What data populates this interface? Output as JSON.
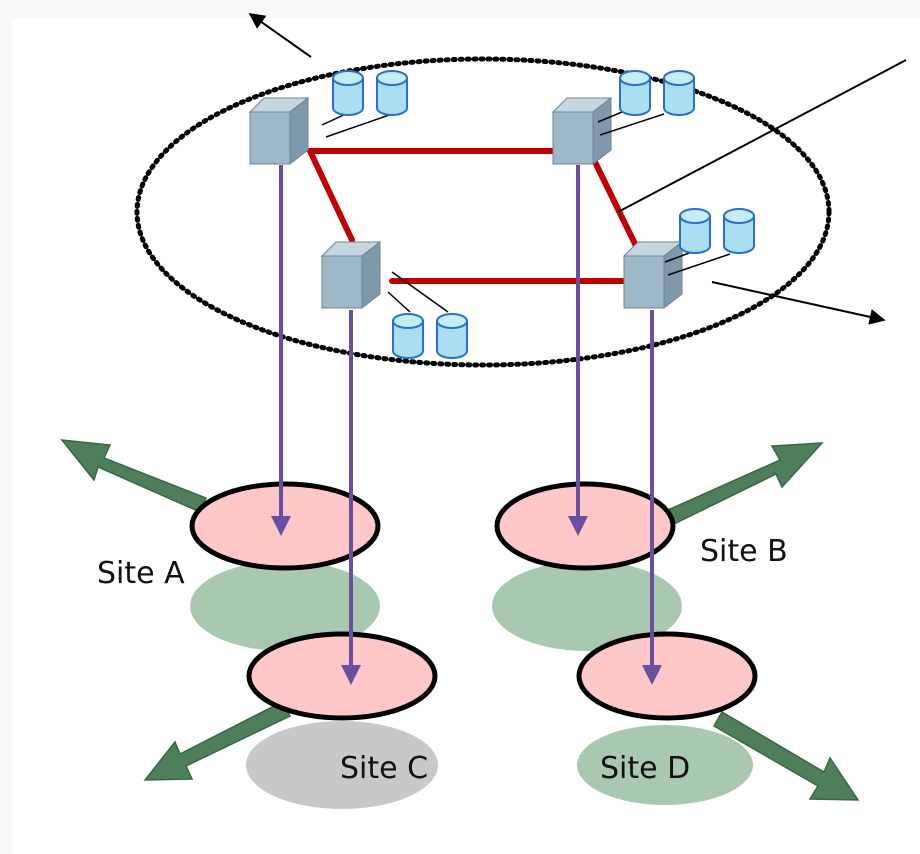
{
  "diagram": {
    "sites": [
      {
        "id": "A",
        "label": "Site A",
        "shadow_color": "#a8c8b0"
      },
      {
        "id": "B",
        "label": "Site B",
        "shadow_color": "#a8c8b0"
      },
      {
        "id": "C",
        "label": "Site C",
        "shadow_color": "#c8c8c8"
      },
      {
        "id": "D",
        "label": "Site D",
        "shadow_color": "#a8c8b0"
      }
    ],
    "nodes": [
      {
        "id": "n1",
        "icon": "server-icon",
        "storage": [
          "database-icon",
          "database-icon"
        ]
      },
      {
        "id": "n2",
        "icon": "server-icon",
        "storage": [
          "database-icon",
          "database-icon"
        ]
      },
      {
        "id": "n3",
        "icon": "server-icon",
        "storage": [
          "database-icon",
          "database-icon"
        ]
      },
      {
        "id": "n4",
        "icon": "server-icon",
        "storage": [
          "database-icon",
          "database-icon"
        ]
      }
    ],
    "links": [
      {
        "from": "n1",
        "to": "n2"
      },
      {
        "from": "n1",
        "to": "n3"
      },
      {
        "from": "n2",
        "to": "n4"
      },
      {
        "from": "n3",
        "to": "n4"
      }
    ],
    "colors": {
      "link": "#c00000",
      "downlink": "#6a4fa0",
      "site_fill": "#ffc8c8",
      "site_stroke": "#000000",
      "outbound_arrow": "#4f7f5a",
      "server": "#9fb8c8",
      "database": "#a9dff0",
      "database_stroke": "#2a6fd0",
      "ring": "#000000"
    }
  }
}
